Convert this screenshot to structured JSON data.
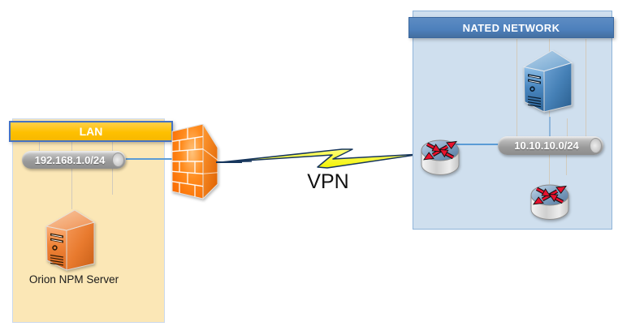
{
  "lan": {
    "title": "LAN",
    "subnet": "192.168.1.0/24",
    "server_label": "Orion NPM Server",
    "colors": {
      "header_fill": "#FEC000",
      "header_border": "#4472C4",
      "body_fill": "#FBE7B6",
      "server": "#E87A2E"
    }
  },
  "vpn": {
    "label": "VPN",
    "colors": {
      "bolt_fill": "#FFFF4D",
      "bolt_outline": "#17365D"
    }
  },
  "nated": {
    "title": "NATED NETWORK",
    "subnet": "10.10.10.0/24",
    "router_count": 2,
    "colors": {
      "header_fill": "#4D80BC",
      "header_border": "#3A679E",
      "body_fill": "#CFDFEE",
      "server": "#4A87C0"
    }
  },
  "connectors": {
    "link_color": "#5B9BD5",
    "stub_color": "#D2CBBD"
  },
  "icons": {
    "firewall": "firewall-brick-wall",
    "lan_server": "server-tower-orange",
    "nated_server": "server-tower-blue",
    "router": "cisco-router-cylinder",
    "vpn_link": "lightning-bolt",
    "subnet_pipe": "gray-cylinder"
  }
}
